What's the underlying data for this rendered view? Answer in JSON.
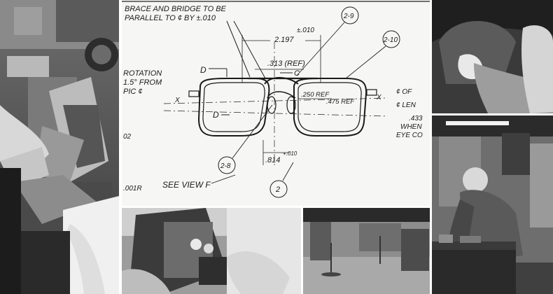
{
  "drawing": {
    "notes": {
      "brace_note_line1": "BRACE AND BRIDGE TO BE",
      "brace_note_line2": "PARALLEL TO ¢ BY ±.010",
      "tolerance": "±.010",
      "dim_width": "2.197",
      "dim_ref": ".313 (REF)",
      "rotation_line1": "ROTATION",
      "rotation_line2": "1.5° FROM",
      "rotation_line3": "PIC ¢",
      "dim_250": ".250 REF",
      "dim_475": ".475 REF",
      "dim_814": ".814",
      "dim_814_tol": "+.010",
      "dim_433": ".433",
      "right_note_1": "¢ OF",
      "right_note_2": "¢ LEN",
      "right_note_3": "WHEN",
      "right_note_4": "EYE CO",
      "see_view": "SEE VIEW F",
      "left_02": "02",
      "left_001r": ".001R"
    },
    "callouts": {
      "c29": "2-9",
      "c210": "2-10",
      "c28": "2-8",
      "c2": "2"
    },
    "views": {
      "d_top": "D",
      "d_mid": "D",
      "c_view": "C",
      "x_left": "X",
      "x_right": "X"
    }
  }
}
